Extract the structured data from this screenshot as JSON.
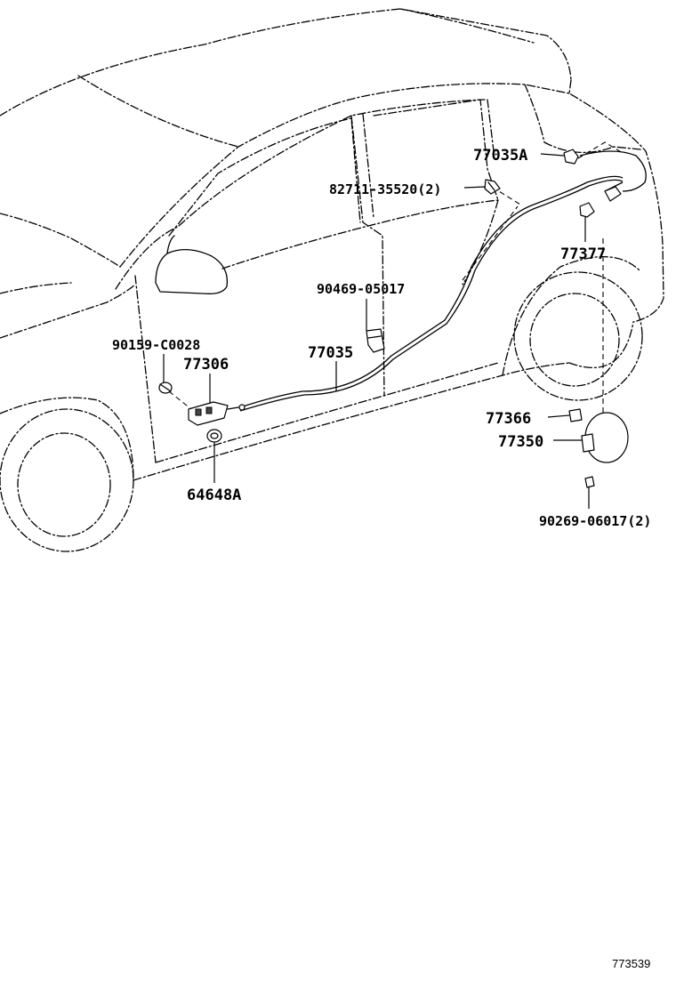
{
  "labels": {
    "p77035A": "77035A",
    "p82711": "82711-35520(2)",
    "p77377": "77377",
    "p90469": "90469-05017",
    "p90159": "90159-C0028",
    "p77306": "77306",
    "p77035": "77035",
    "p77366": "77366",
    "p77350": "77350",
    "p64648A": "64648A",
    "p90269": "90269-06017(2)"
  },
  "figure_number": "773539"
}
